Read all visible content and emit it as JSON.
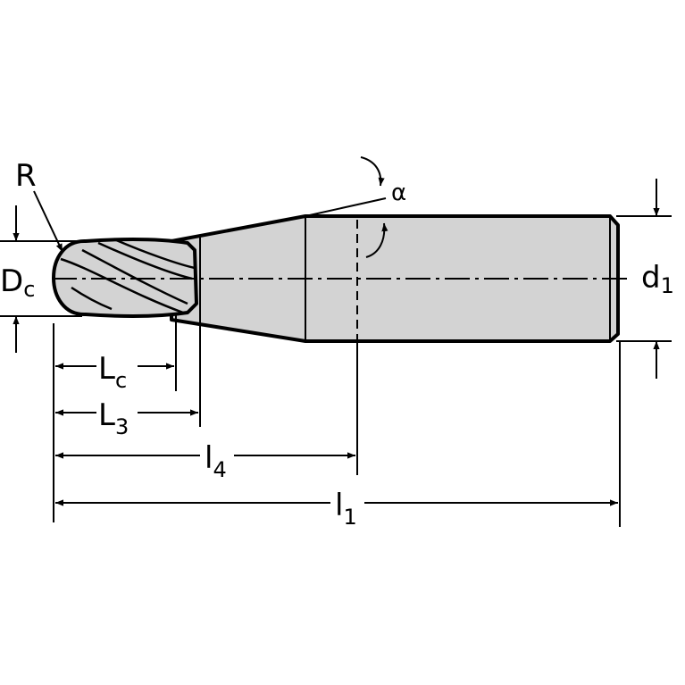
{
  "labels": {
    "R": "R",
    "Dc_main": "D",
    "Dc_sub": "c",
    "d1_main": "d",
    "d1_sub": "1",
    "alpha": "α",
    "Lc_main": "L",
    "Lc_sub": "c",
    "L3_main": "L",
    "L3_sub": "3",
    "l4_main": "l",
    "l4_sub": "4",
    "l1_main": "l",
    "l1_sub": "1"
  },
  "colors": {
    "body_fill": "#d3d3d3",
    "line": "#000000",
    "background": "#ffffff"
  }
}
